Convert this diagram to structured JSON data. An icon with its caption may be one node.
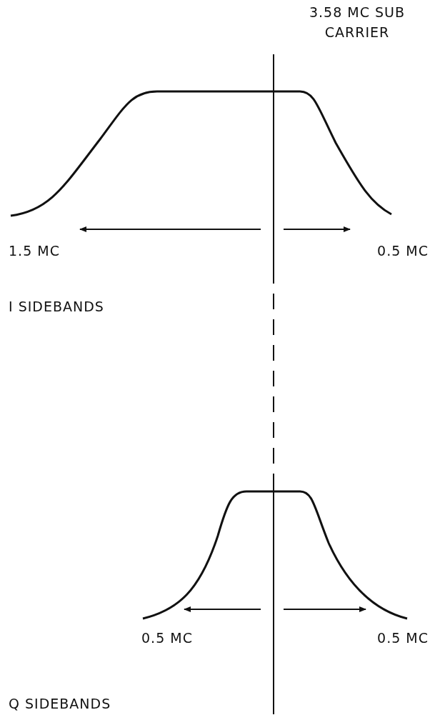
{
  "diagram": {
    "labels": [
      "3.58 MC SUB CARRIER",
      "1.5 MC",
      "0.5 MC",
      "I SIDEBANDS",
      "0.5 MC",
      "0.5 MC",
      "Q SIDEBANDS"
    ]
  }
}
